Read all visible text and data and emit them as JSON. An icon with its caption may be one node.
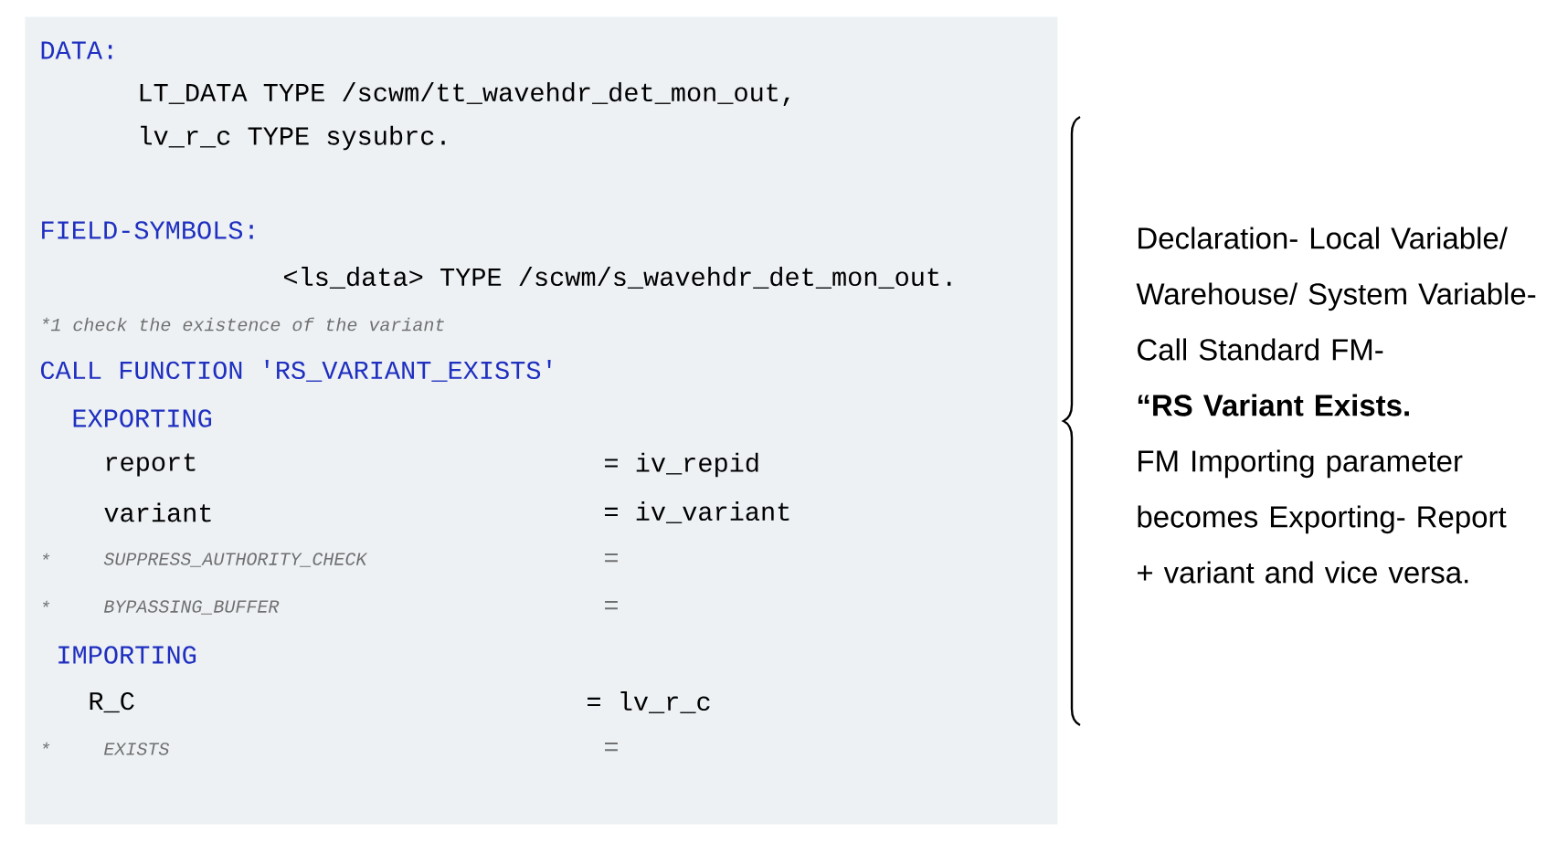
{
  "diagram": {
    "nodes": [
      {
        "text": [
          "DATA:",
          "LT_DATA TYPE /scwm/tt_wavehdr_det_mon_out,",
          "lv_r_c TYPE sysubrc.",
          "FIELD-SYMBOLS:",
          "<ls_data> TYPE /scwm/s_wavehdr_det_mon_out.",
          "*1 check the existence of the variant",
          "CALL FUNCTION 'RS_VARIANT_EXISTS'",
          "EXPORTING",
          "report",
          "= iv_repid",
          "variant",
          "= iv_variant",
          "*",
          "SUPPRESS_AUTHORITY_CHECK",
          "=",
          "*",
          "BYPASSING_BUFFER",
          "=",
          "IMPORTING",
          "R_C",
          "= lv_r_c",
          "*",
          "EXISTS",
          "="
        ]
      }
    ],
    "labels": [
      "Declaration- Local Variable/ Warehouse/ System Variable- Call Standard FM-",
      "“RS Variant Exists.",
      "FM Importing parameter becomes Exporting- Report + variant and vice versa."
    ]
  }
}
